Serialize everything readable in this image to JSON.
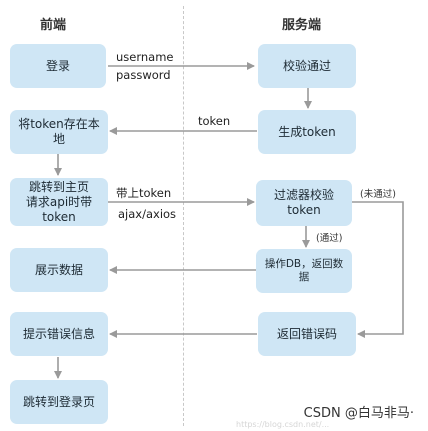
{
  "headers": {
    "frontend": "前端",
    "backend": "服务端"
  },
  "frontend_boxes": {
    "login": "登录",
    "store_token": "将token存在本地",
    "goto_home": "跳转到主页\n请求api时带token",
    "show_data": "展示数据",
    "show_error": "提示错误信息",
    "goto_login": "跳转到登录页"
  },
  "backend_boxes": {
    "verify": "校验通过",
    "gen_token": "生成token",
    "filter": "过滤器校验token",
    "db_ops": "操作DB，返回数据",
    "return_error": "返回错误码"
  },
  "labels": {
    "username": "username",
    "password": "password",
    "token": "token",
    "with_token": "带上token",
    "ajax": "ajax/axios",
    "not_passed": "(未通过)",
    "passed": "(通过)"
  },
  "watermark": {
    "main": "CSDN @白马非马·",
    "faint": "https://blog.csdn.net/..."
  },
  "colors": {
    "box_fill": "#cfe6f5",
    "arrow": "#9a9a9a"
  }
}
